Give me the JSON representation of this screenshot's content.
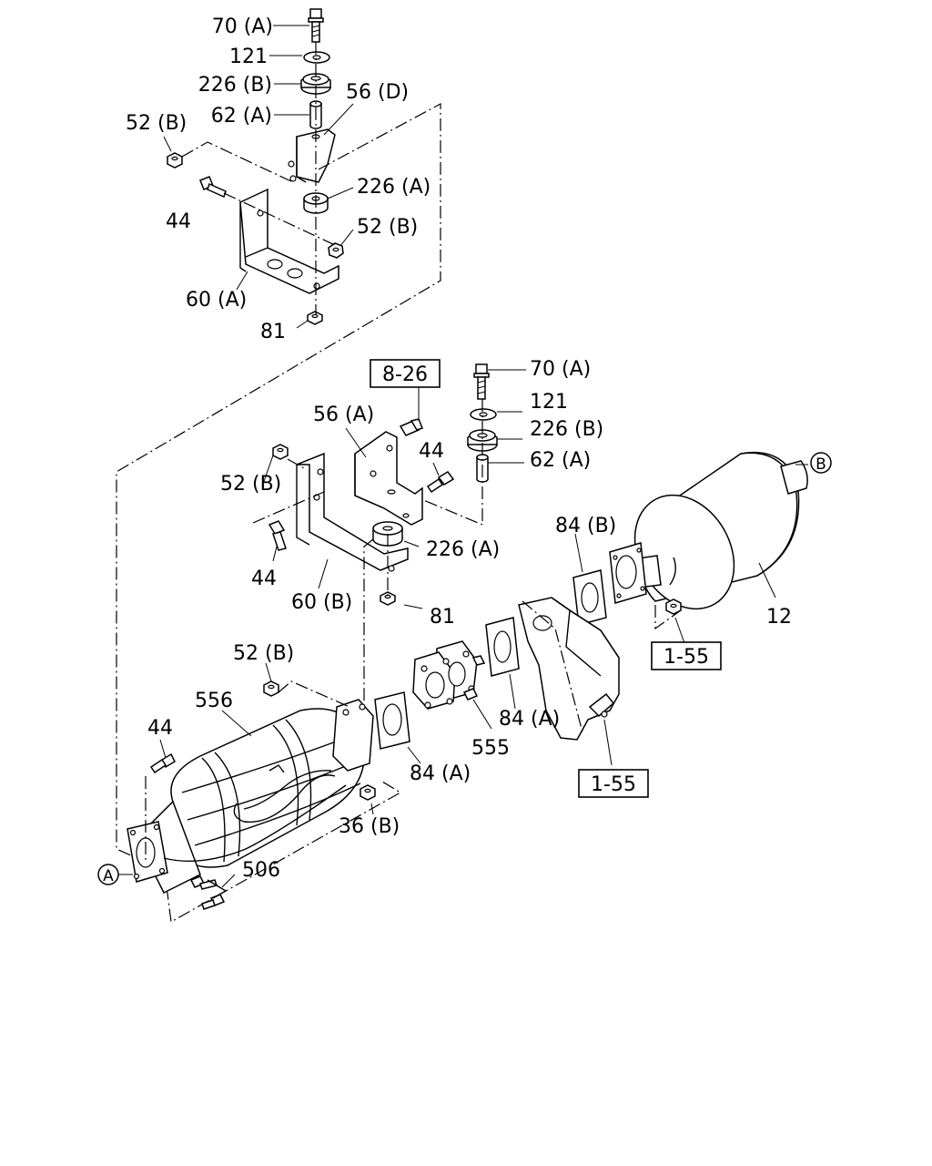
{
  "callouts": [
    {
      "id": "lbl-70a-top",
      "text": "70 (A)"
    },
    {
      "id": "lbl-121-top",
      "text": "121"
    },
    {
      "id": "lbl-226b-top",
      "text": "226 (B)"
    },
    {
      "id": "lbl-62a-top",
      "text": "62 (A)"
    },
    {
      "id": "lbl-56d",
      "text": "56 (D)"
    },
    {
      "id": "lbl-52b-1",
      "text": "52 (B)"
    },
    {
      "id": "lbl-226a-top",
      "text": "226 (A)"
    },
    {
      "id": "lbl-44-1",
      "text": "44"
    },
    {
      "id": "lbl-52b-2",
      "text": "52 (B)"
    },
    {
      "id": "lbl-60a",
      "text": "60 (A)"
    },
    {
      "id": "lbl-81-top",
      "text": "81"
    },
    {
      "id": "lbl-70a-mid",
      "text": "70 (A)"
    },
    {
      "id": "lbl-121-mid",
      "text": "121"
    },
    {
      "id": "lbl-226b-mid",
      "text": "226 (B)"
    },
    {
      "id": "lbl-62a-mid",
      "text": "62 (A)"
    },
    {
      "id": "lbl-56a",
      "text": "56 (A)"
    },
    {
      "id": "lbl-44-2",
      "text": "44"
    },
    {
      "id": "lbl-52b-3",
      "text": "52 (B)"
    },
    {
      "id": "lbl-226a-mid",
      "text": "226 (A)"
    },
    {
      "id": "lbl-44-3",
      "text": "44"
    },
    {
      "id": "lbl-60b",
      "text": "60 (B)"
    },
    {
      "id": "lbl-81-mid",
      "text": "81"
    },
    {
      "id": "lbl-84b",
      "text": "84 (B)"
    },
    {
      "id": "lbl-12",
      "text": "12"
    },
    {
      "id": "lbl-52b-4",
      "text": "52 (B)"
    },
    {
      "id": "lbl-556",
      "text": "556"
    },
    {
      "id": "lbl-84a-1",
      "text": "84 (A)"
    },
    {
      "id": "lbl-555",
      "text": "555"
    },
    {
      "id": "lbl-84a-2",
      "text": "84 (A)"
    },
    {
      "id": "lbl-44-4",
      "text": "44"
    },
    {
      "id": "lbl-36b",
      "text": "36 (B)"
    },
    {
      "id": "lbl-506",
      "text": "506"
    }
  ],
  "reference_boxes": [
    {
      "id": "ref-8-26",
      "text": "8-26"
    },
    {
      "id": "ref-1-55-a",
      "text": "1-55"
    },
    {
      "id": "ref-1-55-b",
      "text": "1-55"
    }
  ],
  "connectors": {
    "a": "A",
    "b": "B"
  }
}
